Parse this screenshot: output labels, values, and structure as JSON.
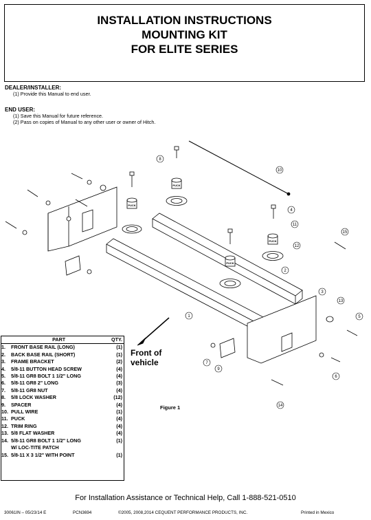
{
  "header": {
    "line1": "INSTALLATION INSTRUCTIONS",
    "line2": "MOUNTING KIT",
    "line3": "FOR ELITE SERIES"
  },
  "dealer": {
    "heading": "DEALER/INSTALLER:",
    "items": [
      "(1) Provide this Manual to end user."
    ]
  },
  "end_user": {
    "heading": "END USER:",
    "items": [
      "(1) Save this Manual for future reference.",
      "(2) Pass on copies of Manual to any other user or owner of Hitch."
    ]
  },
  "diagram": {
    "callouts": [
      "1",
      "2",
      "3",
      "4",
      "5",
      "6",
      "7",
      "8",
      "9",
      "10",
      "11",
      "12",
      "13",
      "14",
      "15"
    ],
    "front_label": [
      "Front of",
      "vehicle"
    ],
    "figure_label": "Figure 1",
    "puck_text": "PUCK"
  },
  "parts_table": {
    "header_part": "PART",
    "header_qty": "QTY.",
    "rows": [
      {
        "num": "1.",
        "name": "FRONT BASE RAIL (LONG)",
        "qty": "(1)"
      },
      {
        "num": "2.",
        "name": "BACK BASE RAIL (SHORT)",
        "qty": "(1)"
      },
      {
        "num": "3.",
        "name": "FRAME BRACKET",
        "qty": "(2)"
      },
      {
        "num": "4.",
        "name": "5/8-11 BUTTON HEAD SCREW",
        "qty": "(4)"
      },
      {
        "num": "5.",
        "name": "5/8-11 GR8 BOLT 1 1/2\" LONG",
        "qty": "(4)"
      },
      {
        "num": "6.",
        "name": "5/8-11 GR8 2\" LONG",
        "qty": "(3)"
      },
      {
        "num": "7.",
        "name": "5/8-11 GR8 NUT",
        "qty": "(4)"
      },
      {
        "num": "8.",
        "name": "5/8 LOCK WASHER",
        "qty": "(12)"
      },
      {
        "num": "9.",
        "name": "SPACER",
        "qty": "(4)"
      },
      {
        "num": "10.",
        "name": "PULL WIRE",
        "qty": "(1)"
      },
      {
        "num": "11.",
        "name": "PUCK",
        "qty": "(4)"
      },
      {
        "num": "12.",
        "name": "TRIM RING",
        "qty": "(4)"
      },
      {
        "num": "13.",
        "name": "5/8 FLAT WASHER",
        "qty": "(4)"
      },
      {
        "num": "14.",
        "name": "5/8-11 GR8 BOLT 1 1/2\" LONG",
        "qty": "(1)"
      },
      {
        "num": "",
        "name": "W/ LOC-TITE PATCH",
        "qty": ""
      },
      {
        "num": "15.",
        "name": "5/8-11 X 3 1/2\" WITH POINT",
        "qty": "(1)"
      }
    ]
  },
  "help_line": "For Installation Assistance or Technical Help, Call 1-888-521-0510",
  "footer": {
    "doc_id": "30061IN – 05/23/14 E",
    "pcn": "PCN3694",
    "copyright": "©2005, 2008,2014 CEQUENT PERFORMANCE PRODUCTS, INC.",
    "printed": "Printed in Mexico"
  }
}
